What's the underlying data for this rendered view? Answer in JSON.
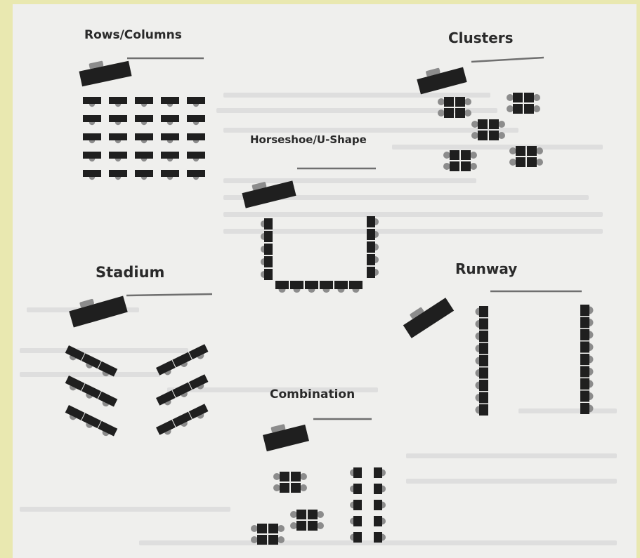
{
  "layouts": {
    "rows_columns": {
      "title": "Rows/Columns"
    },
    "clusters": {
      "title": "Clusters"
    },
    "horseshoe": {
      "title": "Horseshoe/U-Shape"
    },
    "stadium": {
      "title": "Stadium"
    },
    "runway": {
      "title": "Runway"
    },
    "combination": {
      "title": "Combination"
    }
  },
  "colors": {
    "desk": "#1f1f1f",
    "chair": "#8c8c8c",
    "board": "#6f6f6f",
    "page": "#efefed",
    "background": "#e9e8b0"
  }
}
